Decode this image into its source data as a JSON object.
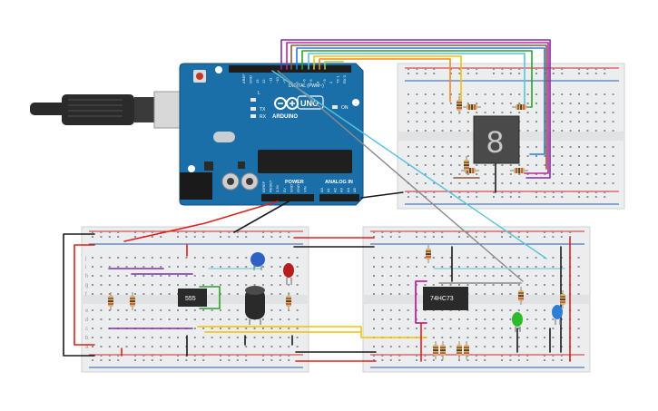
{
  "arduino": {
    "brand": "ARDUINO",
    "model": "UNO",
    "on_label": "ON",
    "digital_label": "DIGITAL (PWM~)",
    "power_label": "POWER",
    "analog_label": "ANALOG IN",
    "led_labels": [
      "L",
      "TX",
      "RX"
    ],
    "top_pins": [
      "AREF",
      "GND",
      "13",
      "12",
      "~11",
      "~10",
      "~9",
      "8",
      "7",
      "~6",
      "~5",
      "4",
      "~3",
      "2",
      "TX 1",
      "RX 0"
    ],
    "power_pins": [
      "IOREF",
      "RESET",
      "3.3V",
      "5V",
      "GND",
      "GND",
      "VIN"
    ],
    "analog_pins": [
      "A0",
      "A1",
      "A2",
      "A3",
      "A4",
      "A5"
    ]
  },
  "components": {
    "timer_ic": "555",
    "counter_ic": "74HC73",
    "seven_segment_digit": "8"
  },
  "breadboards": {
    "row_letters_top": [
      "j",
      "i",
      "h",
      "g",
      "f"
    ],
    "row_letters_bottom": [
      "e",
      "d",
      "c",
      "b",
      "a"
    ]
  },
  "colors": {
    "board": "#1b6fa8",
    "breadboard": "#ecedee",
    "rail_red": "#d62728",
    "rail_blue": "#2a5ba8",
    "wire_red": "#e0201c",
    "wire_black": "#1a1a1a",
    "wire_green": "#2ca02c",
    "wire_purple": "#7b2fa8",
    "wire_magenta": "#c0269a",
    "wire_yellow": "#f2c200",
    "wire_cyan": "#56c4de",
    "wire_gray": "#8a8a8a",
    "wire_orange": "#f28a1c",
    "wire_blue": "#2b7bd6",
    "wire_brown": "#8a5a3a"
  }
}
